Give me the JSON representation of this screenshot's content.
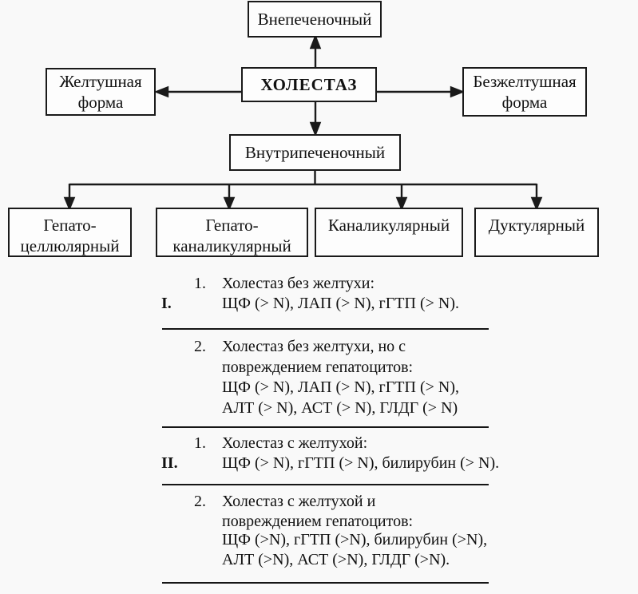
{
  "diagram": {
    "nodes": {
      "extrahepatic": "Внепеченочный",
      "cholestasis": "ХОЛЕСТАЗ",
      "icteric_form": "Желтушная\nформа",
      "anicteric_form": "Безжелтушная\nформа",
      "intrahepatic": "Внутрипеченочный",
      "hepatocellular": "Гепато-\nцеллюлярный",
      "hepatocanalicular": "Гепато-\nканаликулярный",
      "canalicular": "Каналикулярный",
      "ductular": "Дуктулярный"
    },
    "colors": {
      "line": "#1a1a1a",
      "background": "#f9f9f9",
      "box_background": "#fdfdfd",
      "text": "#111111"
    }
  },
  "sections": [
    {
      "roman": "I.",
      "items": [
        {
          "num": "1.",
          "lines": [
            "Холестаз без желтухи:",
            "ЩФ (> N), ЛАП (> N), гГТП (> N)."
          ]
        },
        {
          "num": "2.",
          "lines": [
            "Холестаз без желтухи, но с",
            "повреждением гепатоцитов:",
            "ЩФ (> N), ЛАП (> N), гГТП (> N),",
            "АЛТ (> N), АСТ (> N), ГЛДГ (> N)"
          ]
        }
      ]
    },
    {
      "roman": "II.",
      "items": [
        {
          "num": "1.",
          "lines": [
            "Холестаз с желтухой:",
            "ЩФ (> N), гГТП (> N), билирубин (> N)."
          ]
        },
        {
          "num": "2.",
          "lines": [
            "Холестаз с желтухой и",
            "повреждением гепатоцитов:",
            "ЩФ (>N), гГТП (>N), билирубин (>N),",
            "АЛТ (>N), АСТ (>N), ГЛДГ (>N)."
          ]
        }
      ]
    }
  ]
}
